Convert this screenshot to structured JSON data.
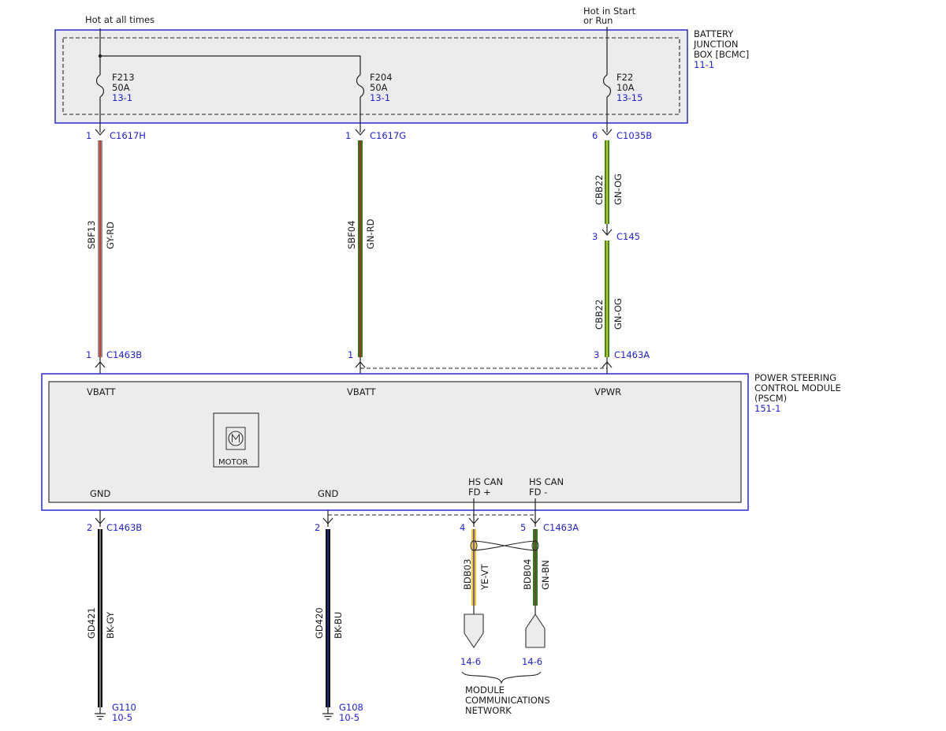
{
  "headers": {
    "left": "Hot at all times",
    "right_line1": "Hot in Start",
    "right_line2": "or Run"
  },
  "bjb": {
    "name_lines": [
      "BATTERY",
      "JUNCTION",
      "BOX [BCMC]"
    ],
    "ref": "11-1",
    "fuses": [
      {
        "id": "F213",
        "rating": "50A",
        "ref": "13-1"
      },
      {
        "id": "F204",
        "rating": "50A",
        "ref": "13-1"
      },
      {
        "id": "F22",
        "rating": "10A",
        "ref": "13-15"
      }
    ]
  },
  "pscm": {
    "name_lines": [
      "POWER STEERING",
      "CONTROL MODULE",
      "(PSCM)"
    ],
    "ref": "151-1",
    "pins_top": [
      "VBATT",
      "VBATT",
      "VPWR"
    ],
    "pins_bottom": [
      "GND",
      "GND",
      "HS CAN",
      "FD +",
      "HS CAN",
      "FD -"
    ],
    "motor_label": "MOTOR"
  },
  "upper_wires": [
    {
      "top_pin": "1",
      "top_conn": "C1617H",
      "circuit": "SBF13",
      "color_code": "GY-RD",
      "bottom_pin": "1",
      "bottom_conn": "C1463B",
      "colors": [
        "#8c8c8c",
        "#d23a2a"
      ]
    },
    {
      "top_pin": "1",
      "top_conn": "C1617G",
      "circuit": "SBF04",
      "color_code": "GN-RD",
      "bottom_pin": "1",
      "bottom_conn": "",
      "colors": [
        "#2f7d1f",
        "#b0281f"
      ]
    },
    {
      "top_pin": "6",
      "top_conn": "C1035B",
      "circuit": "CBB22",
      "color_code": "GN-OG",
      "mid_pin": "3",
      "mid_conn": "C145",
      "circuit2": "CBB22",
      "color_code2": "GN-OG",
      "bottom_pin": "3",
      "bottom_conn": "C1463A",
      "colors": [
        "#3d8a22",
        "#c9c21a"
      ]
    }
  ],
  "lower_wires": [
    {
      "pin": "2",
      "conn": "C1463B",
      "circuit": "GD421",
      "color_code": "BK-GY",
      "ground": "G110",
      "ground_ref": "10-5",
      "colors": [
        "#101010",
        "#7a7a7a"
      ]
    },
    {
      "pin": "2",
      "conn": "",
      "circuit": "GD420",
      "color_code": "BK-BU",
      "ground": "G108",
      "ground_ref": "10-5",
      "colors": [
        "#101010",
        "#1a2a8a"
      ]
    },
    {
      "pin": "4",
      "conn": "",
      "circuit": "BDB03",
      "color_code": "YE-VT",
      "ref": "14-6",
      "colors": [
        "#e8d21a",
        "#8a4fb0"
      ]
    },
    {
      "pin": "5",
      "conn": "C1463A",
      "circuit": "BDB04",
      "color_code": "GN-BN",
      "ref": "14-6",
      "colors": [
        "#2f7d1f",
        "#6b4a2a"
      ]
    }
  ],
  "network_label": [
    "MODULE",
    "COMMUNICATIONS",
    "NETWORK"
  ]
}
